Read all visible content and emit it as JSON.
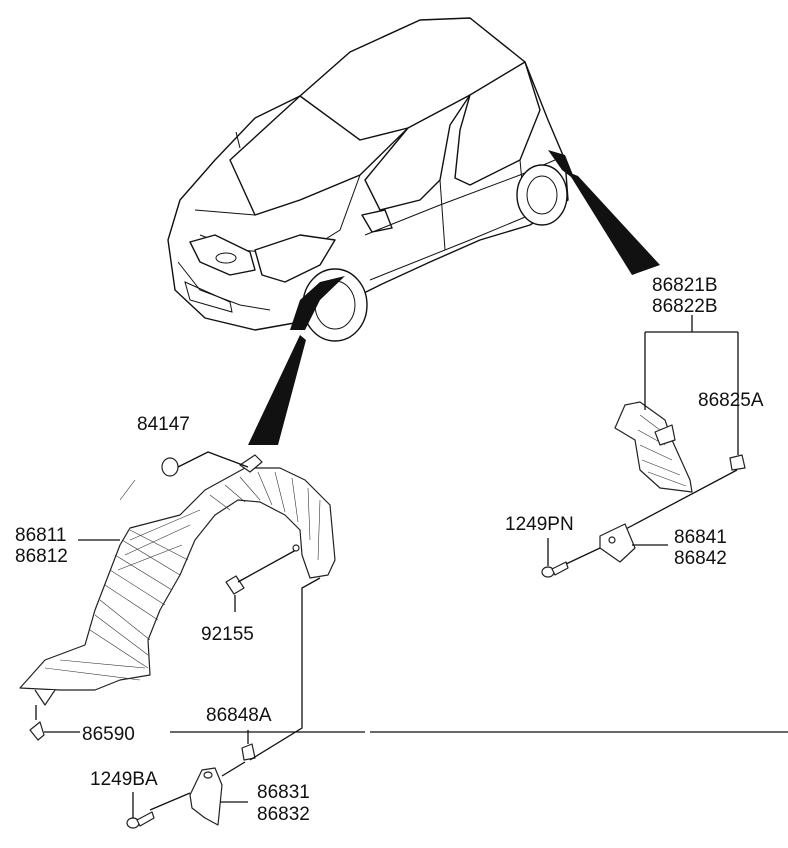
{
  "diagram": {
    "parts": [
      {
        "id": "p84147",
        "text": "84147"
      },
      {
        "id": "p86811",
        "text": "86811"
      },
      {
        "id": "p86812",
        "text": "86812"
      },
      {
        "id": "p92155",
        "text": "92155"
      },
      {
        "id": "p86590",
        "text": "86590"
      },
      {
        "id": "p86848A",
        "text": "86848A"
      },
      {
        "id": "p1249BA",
        "text": "1249BA"
      },
      {
        "id": "p86831",
        "text": "86831"
      },
      {
        "id": "p86832",
        "text": "86832"
      },
      {
        "id": "p86821B",
        "text": "86821B"
      },
      {
        "id": "p86822B",
        "text": "86822B"
      },
      {
        "id": "p86825A",
        "text": "86825A"
      },
      {
        "id": "p1249PN",
        "text": "1249PN"
      },
      {
        "id": "p86841",
        "text": "86841"
      },
      {
        "id": "p86842",
        "text": "86842"
      }
    ]
  }
}
